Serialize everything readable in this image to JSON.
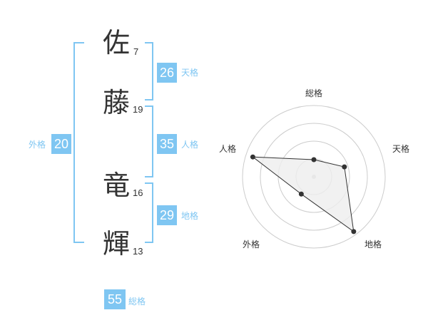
{
  "name": {
    "characters": [
      {
        "char": "佐",
        "strokes": "7"
      },
      {
        "char": "藤",
        "strokes": "19"
      },
      {
        "char": "竜",
        "strokes": "16"
      },
      {
        "char": "輝",
        "strokes": "13"
      }
    ]
  },
  "scores": {
    "tenkaku": {
      "value": "26",
      "label": "天格"
    },
    "jinkaku": {
      "value": "35",
      "label": "人格"
    },
    "chikaku": {
      "value": "29",
      "label": "地格"
    },
    "gaikaku": {
      "value": "20",
      "label": "外格"
    },
    "soukaku": {
      "value": "55",
      "label": "総格"
    }
  },
  "colors": {
    "accent": "#7fc6f2",
    "text": "#333333",
    "grid": "#cccccc",
    "polygon_fill": "#eeeeee",
    "polygon_stroke": "#333333"
  },
  "chart_data": {
    "type": "radar",
    "axes": [
      "総格",
      "天格",
      "地格",
      "外格",
      "人格"
    ],
    "values": [
      0.24,
      0.45,
      0.95,
      0.3,
      0.9
    ],
    "range": [
      0,
      1
    ],
    "rings": 4,
    "grid": true
  }
}
